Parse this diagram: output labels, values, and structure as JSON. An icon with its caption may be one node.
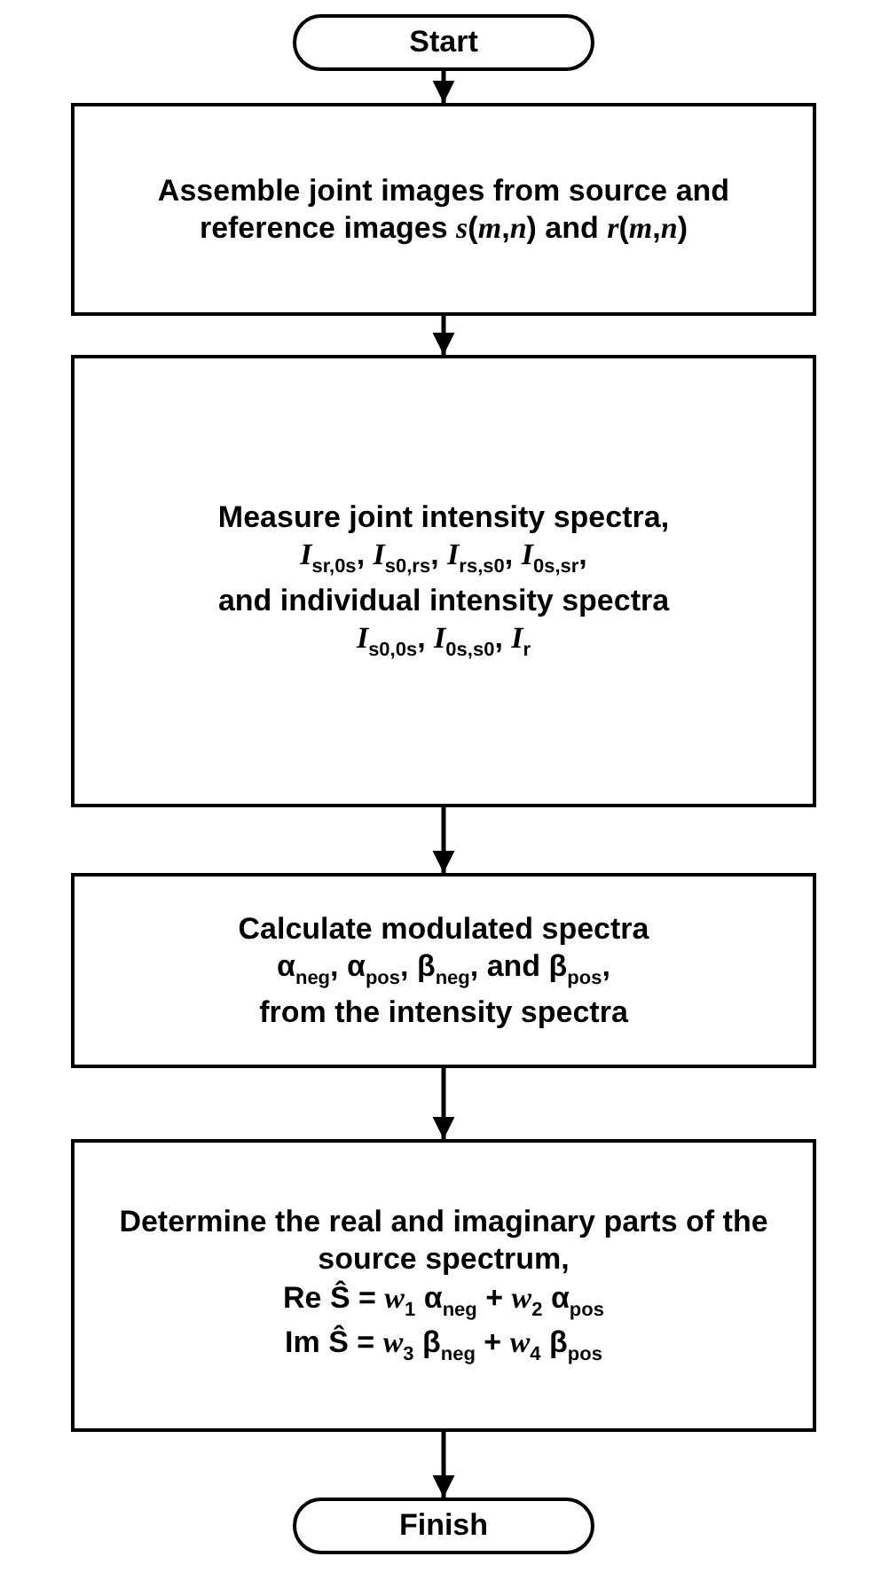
{
  "diagram": {
    "nodes": [
      {
        "text": [
          "Start"
        ]
      },
      {
        "text": [
          "Assemble joint images from source and reference images *s*(*m*,*n*) and *r*(*m*,*n*)"
        ]
      },
      {
        "text": [
          "Measure joint intensity spectra,",
          "*I*$_{sr,0s}$, *I*$_{s0,rs}$, *I*$_{rs,s0}$, *I*$_{0s,sr}$,",
          "and individual intensity spectra",
          "*I*$_{s0,0s}$, *I*$_{0s,s0}$, *I*$_{r}$"
        ]
      },
      {
        "text": [
          "Calculate modulated spectra",
          "α$_{neg}$, α$_{pos}$, β$_{neg}$, and β$_{pos}$,",
          "from the intensity spectra"
        ]
      },
      {
        "text": [
          "Determine the real and imaginary parts of the source spectrum,",
          "Re Ŝ = *w*$_{1}$ α$_{neg}$ + *w*$_{2}$ α$_{pos}$",
          "Im Ŝ = *w*$_{3}$ β$_{neg}$ + *w*$_{4}$ β$_{pos}$"
        ]
      },
      {
        "text": [
          "Finish"
        ]
      }
    ],
    "edges": [
      {
        "from": 0,
        "to": 1,
        "arrow": "to"
      },
      {
        "from": 1,
        "to": 2,
        "arrow": "to"
      },
      {
        "from": 2,
        "to": 3,
        "arrow": "to"
      },
      {
        "from": 3,
        "to": 4,
        "arrow": "to"
      },
      {
        "from": 4,
        "to": 5,
        "arrow": "to"
      }
    ]
  }
}
